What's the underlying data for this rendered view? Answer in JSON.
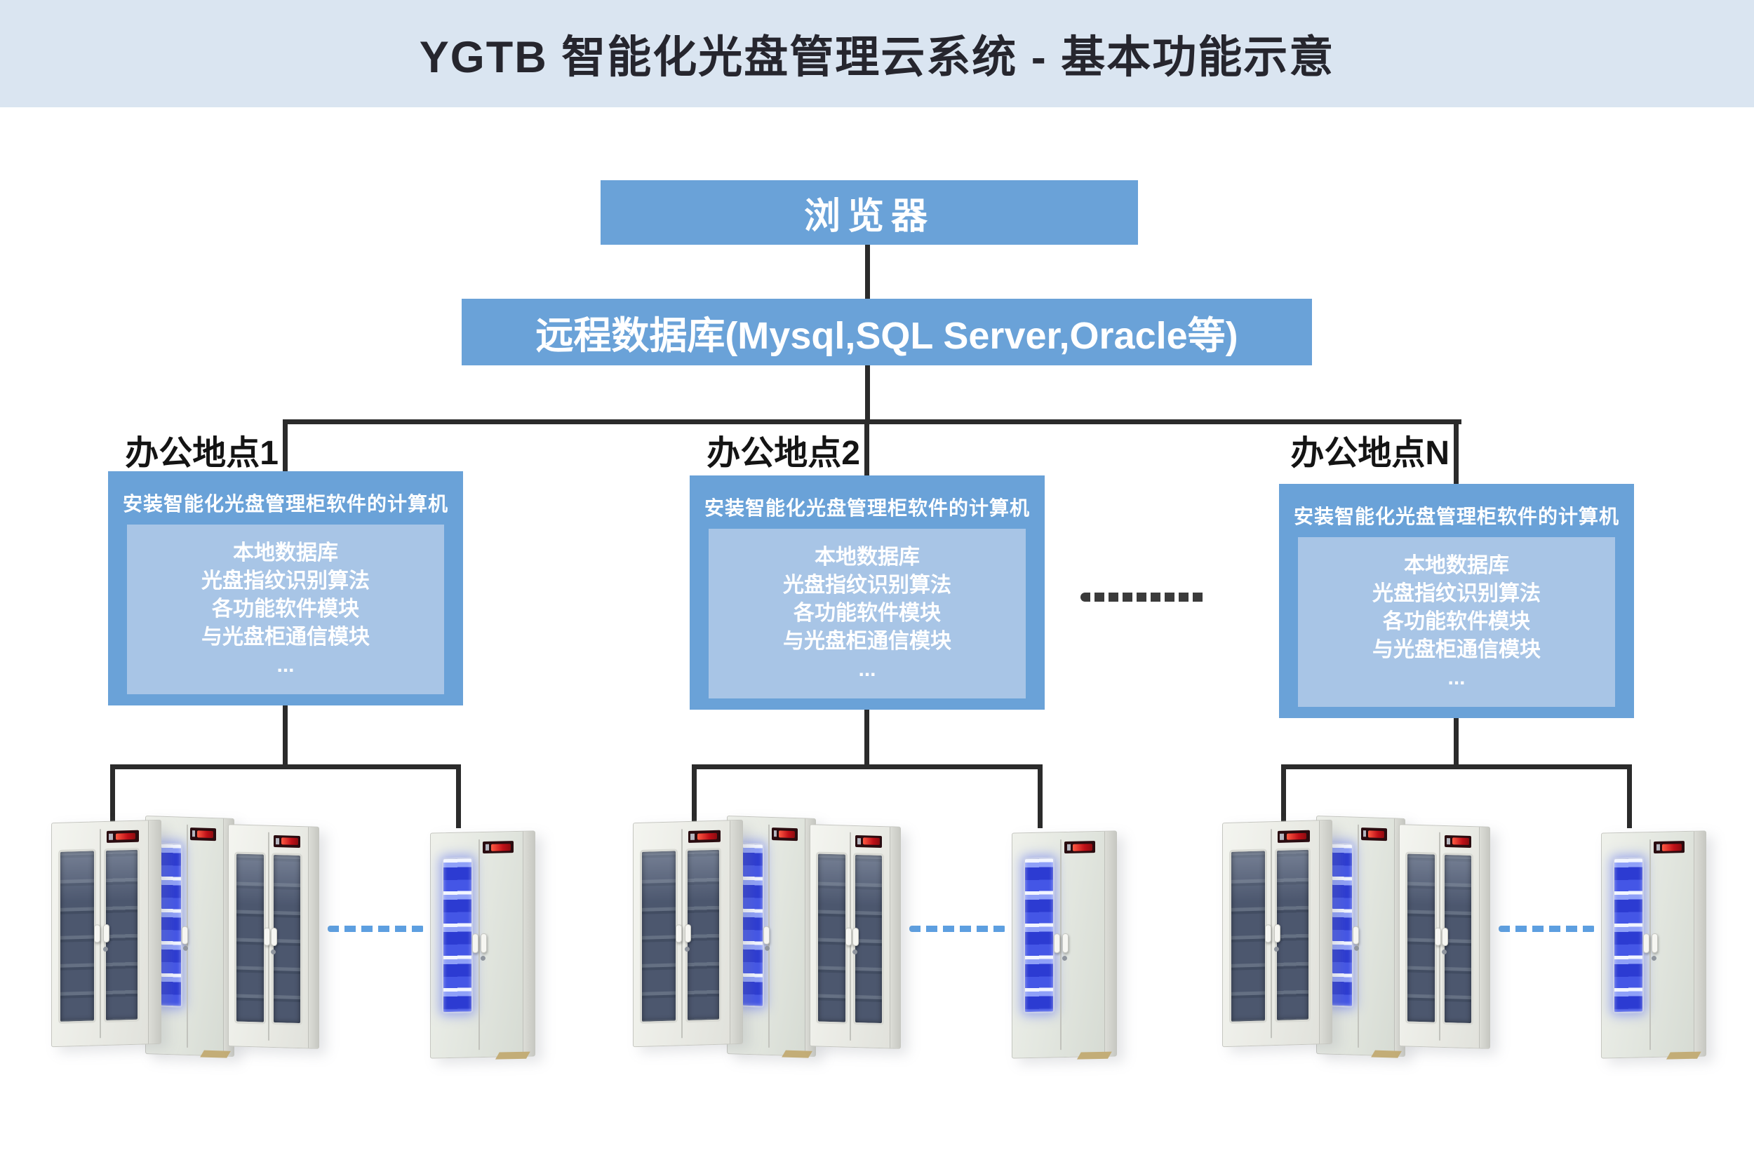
{
  "title": "YGTB 智能化光盘管理云系统 - 基本功能示意",
  "browser": {
    "label": "浏览器"
  },
  "remote_db": {
    "label": "远程数据库(Mysql,SQL Server,Oracle等)"
  },
  "clusters": [
    {
      "location_label": "办公地点1",
      "computer": {
        "title": "安装智能化光盘管理柜软件的计算机",
        "modules": [
          "本地数据库",
          "光盘指纹识别算法",
          "各功能软件模块",
          "与光盘柜通信模块",
          "..."
        ]
      }
    },
    {
      "location_label": "办公地点2",
      "computer": {
        "title": "安装智能化光盘管理柜软件的计算机",
        "modules": [
          "本地数据库",
          "光盘指纹识别算法",
          "各功能软件模块",
          "与光盘柜通信模块",
          "..."
        ]
      }
    },
    {
      "location_label": "办公地点N",
      "computer": {
        "title": "安装智能化光盘管理柜软件的计算机",
        "modules": [
          "本地数据库",
          "光盘指纹识别算法",
          "各功能软件模块",
          "与光盘柜通信模块",
          "..."
        ]
      }
    }
  ],
  "colors": {
    "header_bg": "#dae5f1",
    "node_blue": "#6aa2d8",
    "node_inner_blue": "#a8c5e6",
    "connector_line": "#2b2b2b",
    "cluster_dash_blue": "#5d9fe0",
    "more_locations_dash": "#3b3b3b",
    "title_text": "#26262e",
    "label_text": "#141414",
    "cabinet_body": "#e9eae4",
    "cabinet_window": "#4d586c",
    "cabinet_led_blue": "#3d4fe2",
    "display_red": "#d8262b"
  }
}
